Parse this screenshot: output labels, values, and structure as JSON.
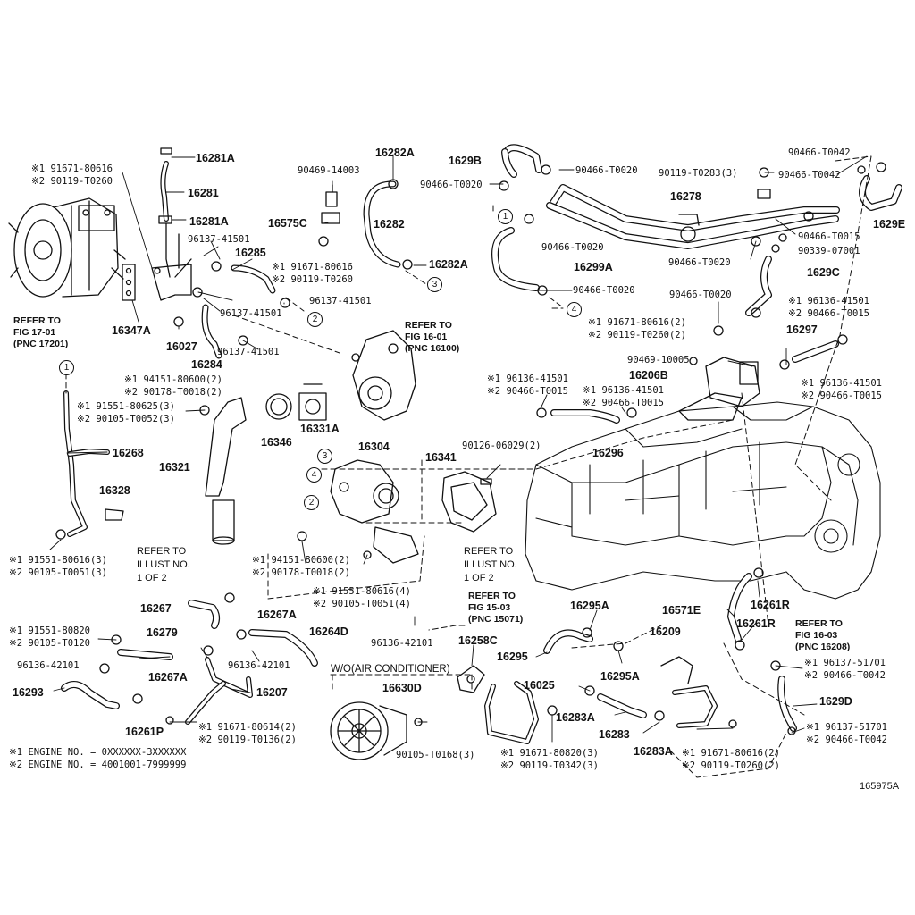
{
  "callouts": {
    "c16281A_top": "16281A",
    "c16281": "16281",
    "c16281A_bot": "16281A",
    "c16285": "16285",
    "c16347A": "16347A",
    "c16027": "16027",
    "c16284": "16284",
    "c16282A_top": "16282A",
    "c16282": "16282",
    "c16575C": "16575C",
    "c16282A_bot": "16282A",
    "c1629B": "1629B",
    "c16278": "16278",
    "c16299A": "16299A",
    "c1629E": "1629E",
    "c1629C": "1629C",
    "c16297": "16297",
    "c16206B": "16206B",
    "c16268": "16268",
    "c16328": "16328",
    "c16321": "16321",
    "c16346": "16346",
    "c16331A": "16331A",
    "c16304": "16304",
    "c16341": "16341",
    "c16296": "16296",
    "c16267": "16267",
    "c16267A": "16267A",
    "c16264D": "16264D",
    "c16279": "16279",
    "c16267A_b": "16267A",
    "c16207": "16207",
    "c16293": "16293",
    "c16261P": "16261P",
    "c16630D": "16630D",
    "c16258C": "16258C",
    "c16295A": "16295A",
    "c16295": "16295",
    "c16295A_b": "16295A",
    "c16025": "16025",
    "c16283A": "16283A",
    "c16283": "16283",
    "c16283A_b": "16283A",
    "c16209": "16209",
    "c16571E": "16571E",
    "c16261R": "16261R",
    "c16261R_b": "16261R",
    "c1629D": "1629D"
  },
  "parts": {
    "p_9167180616_a": "※1 91671-80616",
    "p_90119T0260_a": "※2 90119-T0260",
    "p_9613741501_a": "96137-41501",
    "p_9167180616_b": "※1 91671-80616",
    "p_90119T0260_b": "※2 90119-T0260",
    "p_9613741501_b": "96137-41501",
    "p_9613741501_c": "96137-41501",
    "p_9613741501_d": "96137-41501",
    "p_9415180600_a": "※1 94151-80600(2)",
    "p_90178T0018_a": "※2 90178-T0018(2)",
    "p_9155180625": "※1 91551-80625(3)",
    "p_90105T0052": "※2 90105-T0052(3)",
    "p_9046914003": "90469-14003",
    "p_90466T0020_a": "90466-T0020",
    "p_90466T0020_b": "90466-T0020",
    "p_90466T0020_c": "90466-T0020",
    "p_90466T0020_d": "90466-T0020",
    "p_90466T0020_e": "90466-T0020",
    "p_90466T0020_f": "90466-T0020",
    "p_90466T0042_a": "90466-T0042",
    "p_90119T0283": "90119-T0283(3)",
    "p_90466T0042_b": "90466-T0042",
    "p_90466T0015_a": "90466-T0015",
    "p_9033907001": "90339-07001",
    "p_9613641501_a": "※1 96136-41501",
    "p_90466T0015_b": "※2 90466-T0015",
    "p_9167180616_c": "※1 91671-80616(2)",
    "p_90119T0260_c": "※2 90119-T0260(2)",
    "p_9046910005": "90469-10005",
    "p_9613641501_b": "※1 96136-41501",
    "p_90466T0015_c": "※2 90466-T0015",
    "p_9613641501_c": "※1 96136-41501",
    "p_90466T0015_d": "※2 90466-T0015",
    "p_9613641501_d": "※1 96136-41501",
    "p_90466T0015_e": "※2 90466-T0015",
    "p_9012606029": "90126-06029(2)",
    "p_9155180616_a": "※1 91551-80616(3)",
    "p_90105T0051_a": "※2 90105-T0051(3)",
    "p_9415180600_b": "※1 94151-80600(2)",
    "p_90178T0018_b": "※2 90178-T0018(2)",
    "p_9155180616_b": "※1 91551-80616(4)",
    "p_90105T0051_b": "※2 90105-T0051(4)",
    "p_9613642101_a": "96136-42101",
    "p_9155180820": "※1 91551-80820",
    "p_90105T0120": "※2 90105-T0120",
    "p_9613642101_b": "96136-42101",
    "p_9613642101_c": "96136-42101",
    "p_9167180614": "※1 91671-80614(2)",
    "p_90119T0136": "※2 90119-T0136(2)",
    "p_90105T0168": "90105-T0168(3)",
    "p_9167180820": "※1 91671-80820(3)",
    "p_90119T0342": "※2 90119-T0342(3)",
    "p_9167180616_d": "※1 91671-80616(2)",
    "p_90119T0260_d": "※2 90119-T0260(2)",
    "p_9613751701_a": "※1 96137-51701",
    "p_90466T0042_c": "※2 90466-T0042",
    "p_9613751701_b": "※1 96137-51701",
    "p_90466T0042_d": "※2 90466-T0042"
  },
  "references": {
    "r1_l1": "REFER TO",
    "r1_l2": "FIG 17-01",
    "r1_l3": "(PNC 17201)",
    "r2_l1": "REFER TO",
    "r2_l2": "FIG 16-01",
    "r2_l3": "(PNC 16100)",
    "r3_l1": "REFER TO",
    "r3_l2": "ILLUST NO.",
    "r3_l3": "1 OF 2",
    "r4_l1": "REFER TO",
    "r4_l2": "ILLUST NO.",
    "r4_l3": "1 OF 2",
    "r5_l1": "REFER TO",
    "r5_l2": "FIG 15-03",
    "r5_l3": "(PNC 15071)",
    "r6_l1": "REFER TO",
    "r6_l2": "FIG 16-03",
    "r6_l3": "(PNC 16208)"
  },
  "circle_marks": {
    "m1_a": "1",
    "m1_b": "1",
    "m2_a": "2",
    "m2_b": "2",
    "m3_a": "3",
    "m3_b": "3",
    "m4_a": "4",
    "m4_b": "4"
  },
  "group_label": "W/O(AIR CONDITIONER)",
  "notes": {
    "engine1": "※1  ENGINE NO. = 0XXXXXX-3XXXXXX",
    "engine2": "※2  ENGINE NO. = 4001001-7999999"
  },
  "figure_id": "165975A"
}
